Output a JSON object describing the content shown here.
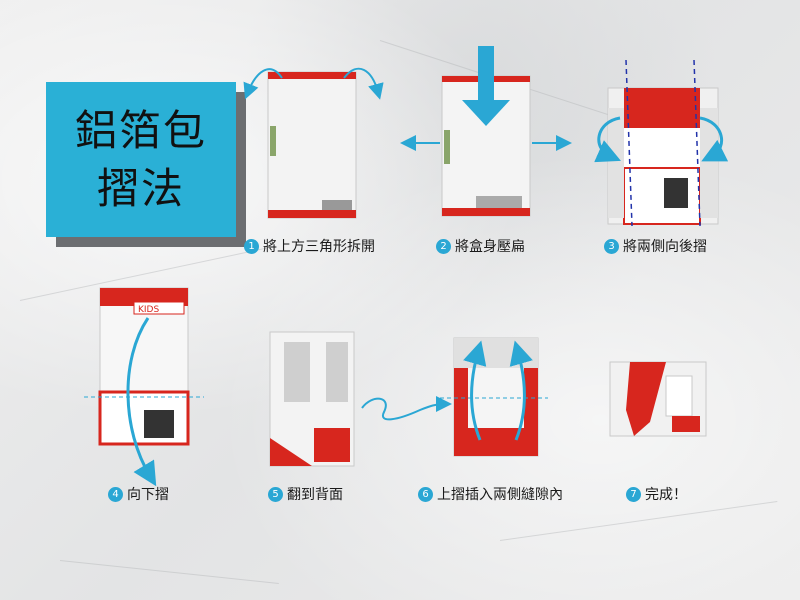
{
  "title": {
    "line1": "鋁箔包",
    "line2": "摺法"
  },
  "steps": [
    {
      "number": "1",
      "text": "將上方三角形拆開"
    },
    {
      "number": "2",
      "text": "將盒身壓扁"
    },
    {
      "number": "3",
      "text": "將兩側向後摺"
    },
    {
      "number": "4",
      "text": "向下摺"
    },
    {
      "number": "5",
      "text": "翻到背面"
    },
    {
      "number": "6",
      "text": "上摺插入兩側縫隙內"
    },
    {
      "number": "7",
      "text": "完成！"
    }
  ],
  "carton_text": {
    "brand_mark": "KIDS"
  },
  "colors": {
    "accent": "#2ab0d6",
    "red": "#d7261e",
    "title_shadow": "#6c6e71",
    "arrow": "#2aa7d4",
    "fold_line": "#2233aa"
  }
}
